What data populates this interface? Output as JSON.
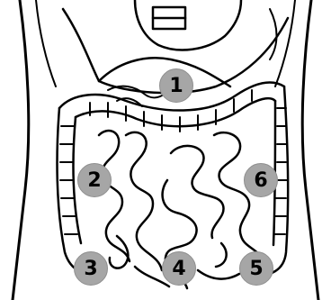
{
  "markers": [
    "1",
    "2",
    "3",
    "4",
    "5",
    "6"
  ]
}
